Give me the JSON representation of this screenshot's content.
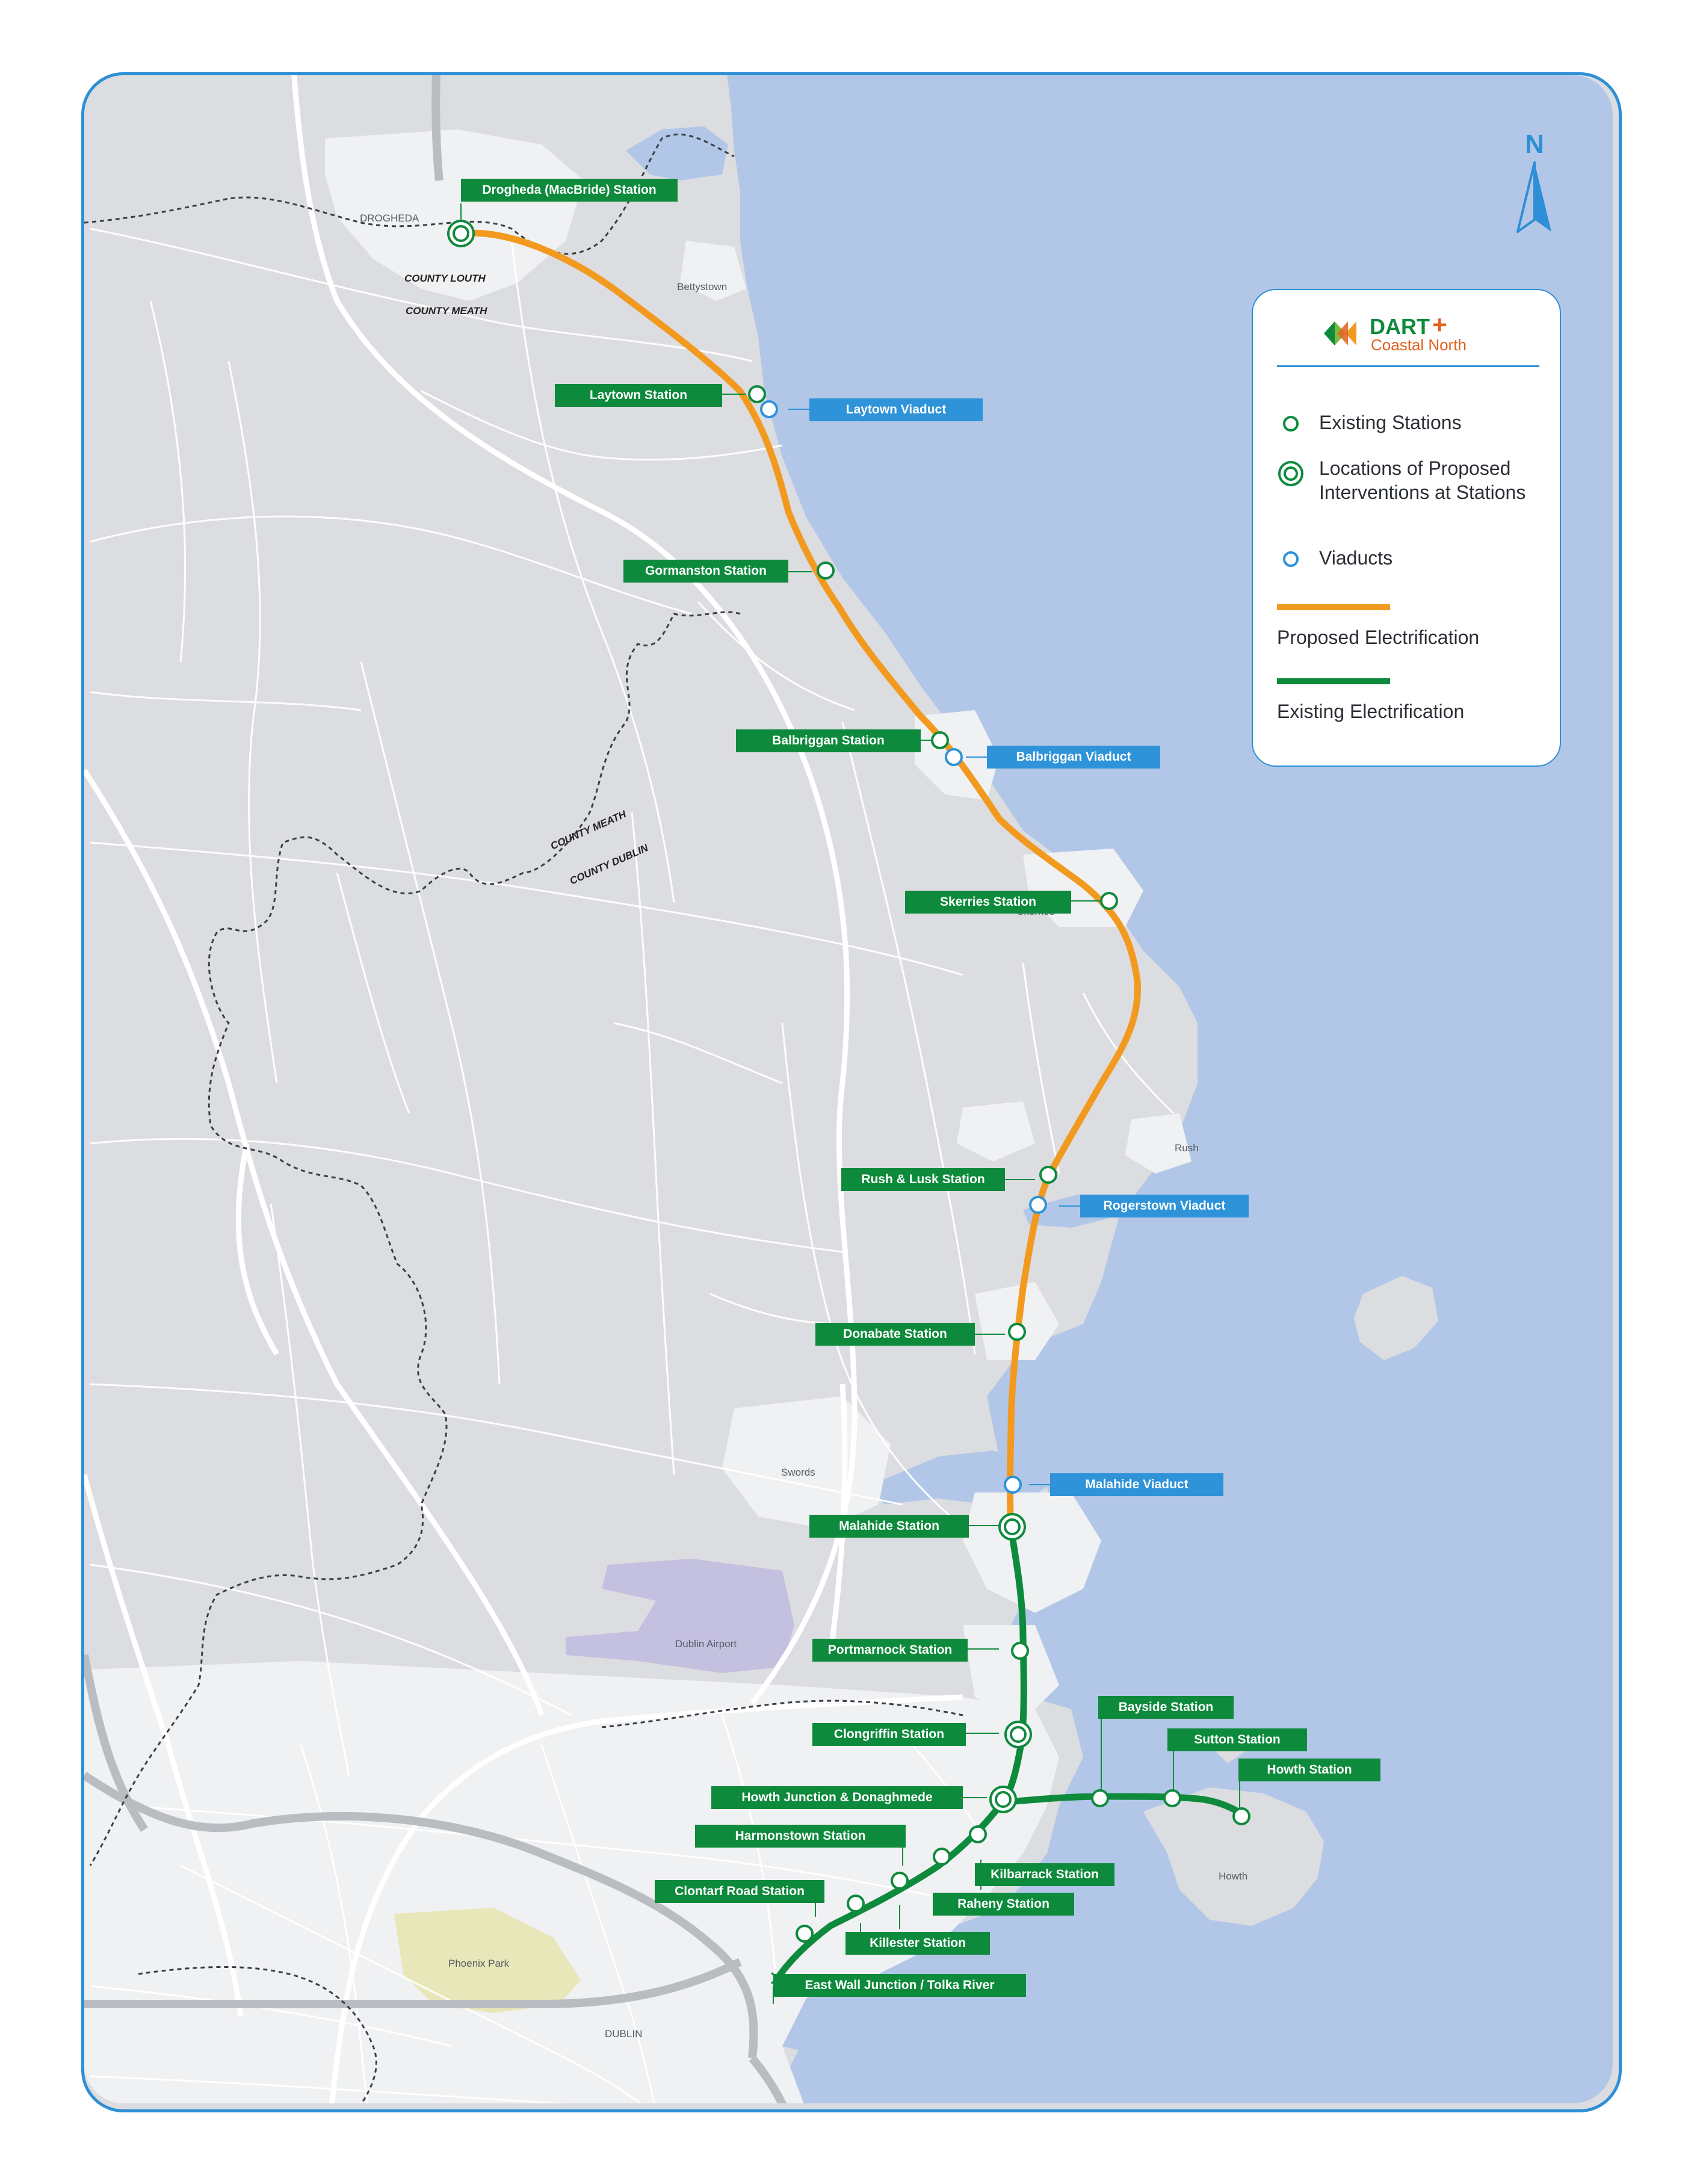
{
  "colors": {
    "proposed": "#f29a1f",
    "existing": "#0e8a3c",
    "viaduct": "#2e93d8",
    "sea": "#b2c7e8",
    "land": "#dcdde0",
    "urban": "#f0f1f3",
    "airport": "#c4c0e0",
    "park": "#e8e7b9",
    "frame": "#2e8fd6"
  },
  "north": {
    "label": "N",
    "icon": "north-arrow-icon"
  },
  "legend": {
    "logo_title": "DART",
    "logo_plus": "+",
    "logo_subtitle": "Coastal North",
    "items": [
      {
        "label": "Existing Stations",
        "icon": "existing-station-icon"
      },
      {
        "label": "Locations of Proposed Interventions at Stations",
        "icon": "intervention-station-icon"
      },
      {
        "label": "Viaducts",
        "icon": "viaduct-icon"
      },
      {
        "label": "Proposed Electrification",
        "icon": "proposed-line-icon"
      },
      {
        "label": "Existing Electrification",
        "icon": "existing-line-icon"
      }
    ]
  },
  "places": {
    "drogheda": "DROGHEDA",
    "bettystown": "Bettystown",
    "skerries": "Skerries",
    "rush": "Rush",
    "swords": "Swords",
    "dublin_airport": "Dublin Airport",
    "phoenix_park": "Phoenix Park",
    "dublin": "DUBLIN",
    "howth": "Howth"
  },
  "counties": {
    "louth": "COUNTY LOUTH",
    "meath_north": "COUNTY MEATH",
    "meath_south": "COUNTY MEATH",
    "dublin": "COUNTY DUBLIN"
  },
  "stations": {
    "drogheda": "Drogheda (MacBride) Station",
    "laytown": "Laytown Station",
    "gormanston": "Gormanston Station",
    "balbriggan": "Balbriggan Station",
    "skerries": "Skerries Station",
    "rush_lusk": "Rush & Lusk Station",
    "donabate": "Donabate Station",
    "malahide": "Malahide Station",
    "portmarnock": "Portmarnock Station",
    "clongriffin": "Clongriffin Station",
    "howth_junction": "Howth Junction & Donaghmede",
    "harmonstown": "Harmonstown Station",
    "clontarf": "Clontarf Road Station",
    "killester": "Killester Station",
    "raheny": "Raheny Station",
    "kilbarrack": "Kilbarrack Station",
    "east_wall": "East Wall Junction / Tolka River",
    "bayside": "Bayside Station",
    "sutton": "Sutton Station",
    "howth": "Howth Station"
  },
  "viaducts": {
    "laytown": "Laytown Viaduct",
    "balbriggan": "Balbriggan Viaduct",
    "rogerstown": "Rogerstown Viaduct",
    "malahide": "Malahide Viaduct"
  }
}
